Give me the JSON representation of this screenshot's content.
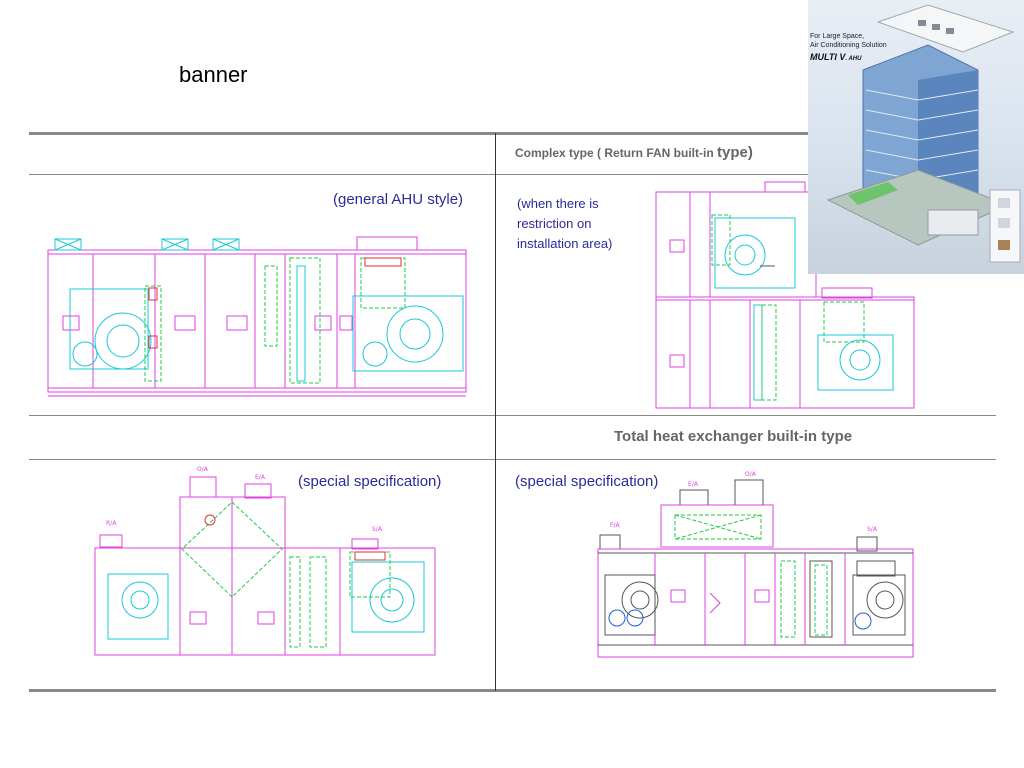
{
  "title": "banner",
  "table": {
    "row1_header_right_main": "Complex type ( Return FAN built-in",
    "row1_header_right_suffix": "type)",
    "row2_header_right": "Total heat exchanger built-in type",
    "caption_general": "(general AHU style)",
    "caption_restriction": "(when there is restriction on installation area)",
    "caption_special_left": "(special specification)",
    "caption_special_right": "(special specification)"
  },
  "brochure": {
    "line1": "For Large Space,",
    "line2": "Air Conditioning Solution",
    "brand": "MULTI V",
    "brand_suffix": ". AHU"
  },
  "diagram_labels": {
    "ea": "E/A",
    "oa": "O/A",
    "ra": "R/A",
    "sa": "S/A",
    "fa": "F/A"
  },
  "colors": {
    "outline": "#e040e0",
    "fan": "#18c8d8",
    "filter": "#22cc44",
    "header_text": "#666666",
    "caption_text": "#2b2b9a"
  }
}
